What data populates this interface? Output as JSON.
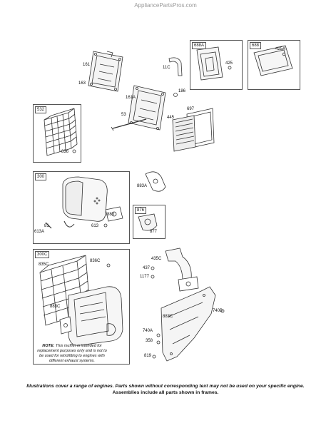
{
  "watermark": "AppliancePartsPros.com",
  "frames": {
    "f688A": "688A",
    "f688": "688",
    "f532": "532",
    "f300": "300",
    "f876": "876",
    "f300C": "300C"
  },
  "labels": {
    "l161": "161",
    "l163": "163",
    "l11C": "11C",
    "l425": "425",
    "l425A": "425A",
    "l161A": "161A",
    "l186": "186",
    "l53": "53",
    "l697": "697",
    "l445": "445",
    "l836": "836",
    "l883A": "883A",
    "l883": "883",
    "l81": "81",
    "l613A": "613A",
    "l613": "613",
    "l877": "877",
    "l836C": "836C",
    "l835C": "835C",
    "l883C": "883C",
    "l435C": "435C",
    "l437": "437",
    "l1177": "1177",
    "l883C2": "883C",
    "l740B": "740B",
    "l740A": "740A",
    "l358": "358",
    "l819": "819"
  },
  "note": {
    "lead": "NOTE:",
    "body": " This muffler is intended for replacement purposes only and is not to be used for retrofitting to engines with different exhaust systems."
  },
  "caption": {
    "line1": "Illustrations cover a range of engines. Parts shown without corresponding text may not be used on your specific engine.",
    "line2": "Assemblies include all parts shown in frames."
  }
}
